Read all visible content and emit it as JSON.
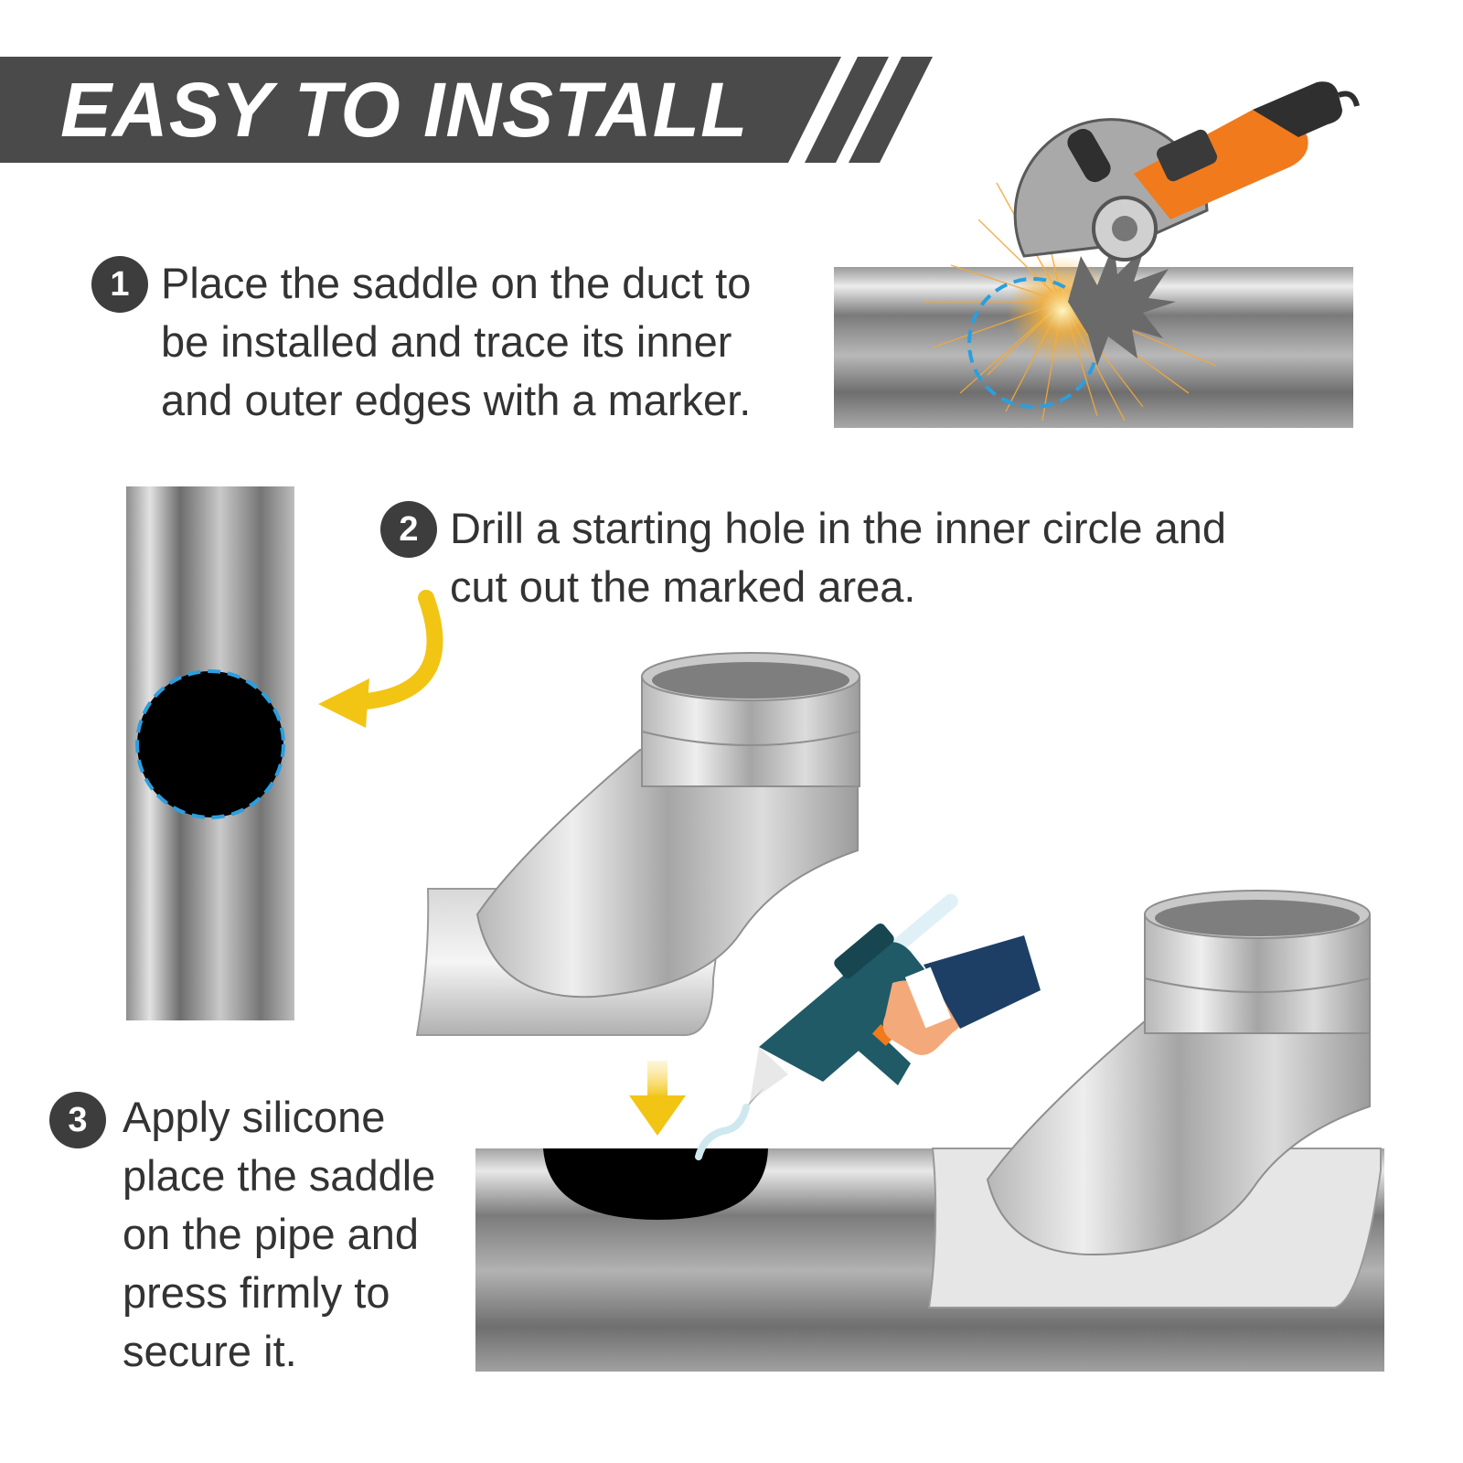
{
  "header": {
    "title": "EASY TO INSTALL",
    "bg_color": "#4a4a4a"
  },
  "steps": [
    {
      "number": "1",
      "lines": [
        "Place the saddle on the duct to",
        "be installed and trace its inner",
        "and outer edges with a marker."
      ]
    },
    {
      "number": "2",
      "lines": [
        "Drill a starting hole in the inner circle and",
        "cut out the marked area."
      ]
    },
    {
      "number": "3",
      "lines": [
        "Apply silicone",
        "place the saddle",
        "on the pipe and",
        "press firmly to",
        "secure it."
      ]
    }
  ],
  "colors": {
    "accent_yellow": "#f2c515",
    "marker_blue": "#2a9fe0",
    "tool_orange": "#f07a1c",
    "glue_gun_teal": "#1f5a66",
    "sleeve_navy": "#1d3f66",
    "text": "#333333",
    "badge": "#3d3d3d"
  },
  "icons": {
    "step1": "angle-grinder-icon",
    "step2": "curved-arrow-icon",
    "step3": [
      "down-arrow-icon",
      "glue-gun-icon"
    ]
  }
}
